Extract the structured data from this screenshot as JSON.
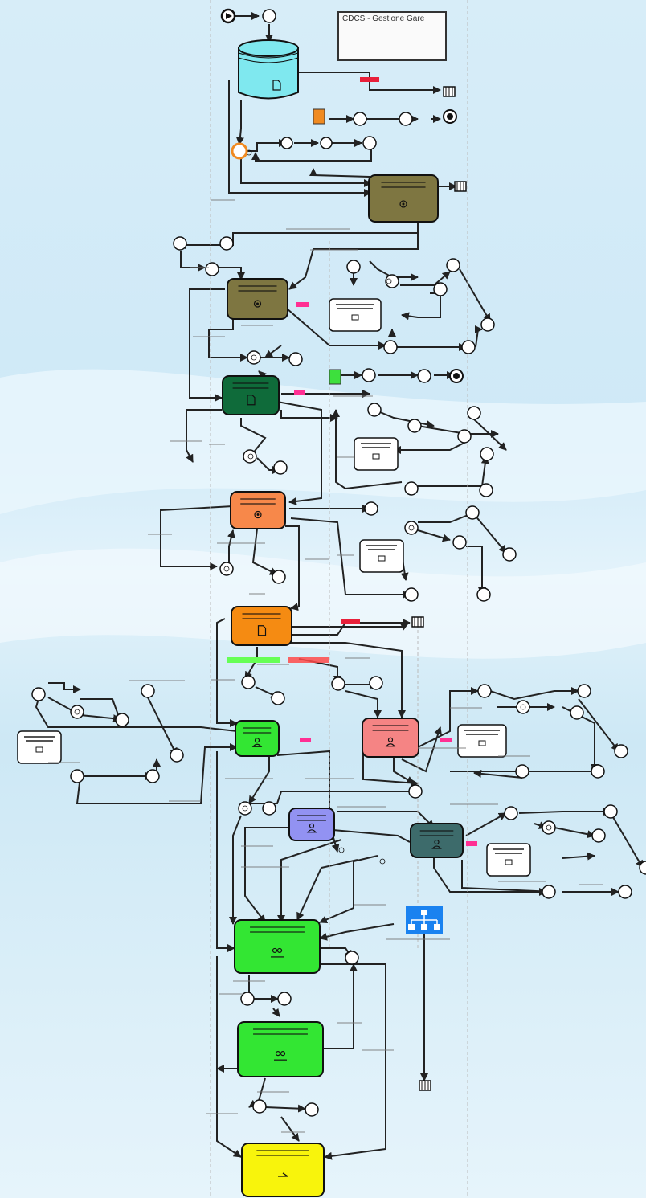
{
  "diagram": {
    "title": "CDCS - Gestione Gare",
    "metadata_lines": [
      "",
      "",
      "",
      ""
    ]
  },
  "colors": {
    "db": "#7fe8ef",
    "olive": "#7e7641",
    "dark_green": "#0f6b3a",
    "orange_light": "#f7884a",
    "orange": "#f58b12",
    "green": "#33e633",
    "salmon": "#f58484",
    "lavender": "#9292f2",
    "teal": "#3d6b6b",
    "yellow": "#f8f40c",
    "blue_icon": "#1a82f0",
    "marker_red": "#e8203a",
    "marker_pink": "#ff2f93",
    "highlight_green": "#66ff55",
    "highlight_red": "#ff4a4a",
    "event_orange": "#f08a20",
    "event_lime": "#3de03d"
  },
  "nodes": [
    {
      "id": "database",
      "label": ""
    },
    {
      "id": "olive-1",
      "label": ""
    },
    {
      "id": "olive-2",
      "label": ""
    },
    {
      "id": "dark-green",
      "label": ""
    },
    {
      "id": "orange-light",
      "label": ""
    },
    {
      "id": "orange",
      "label": ""
    },
    {
      "id": "green-left",
      "label": ""
    },
    {
      "id": "salmon",
      "label": ""
    },
    {
      "id": "lavender",
      "label": ""
    },
    {
      "id": "teal",
      "label": ""
    },
    {
      "id": "green-big-1",
      "label": ""
    },
    {
      "id": "green-big-2",
      "label": ""
    },
    {
      "id": "yellow",
      "label": ""
    }
  ],
  "icons": [
    "start-icon",
    "end-icon",
    "document-icon",
    "gear-icon",
    "user-icon",
    "hierarchy-icon",
    "external-link-icon"
  ]
}
